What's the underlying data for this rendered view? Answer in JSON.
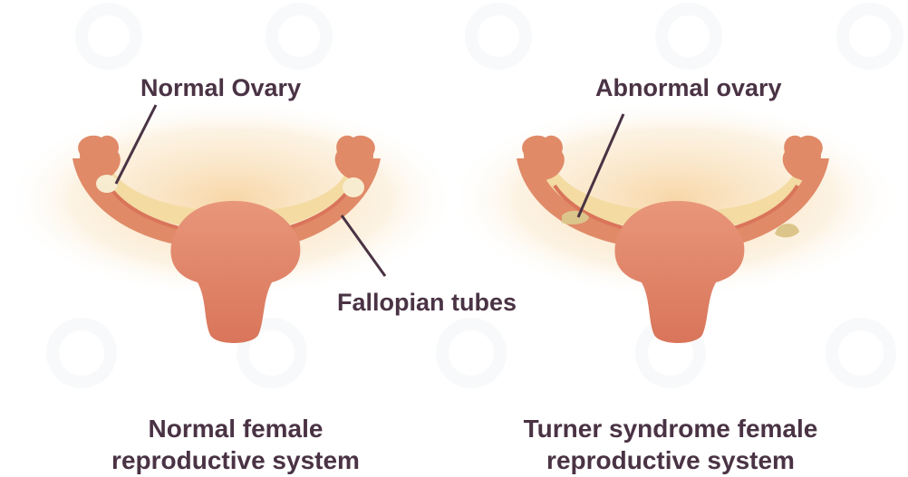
{
  "labels": {
    "normal_ovary": "Normal Ovary",
    "abnormal_ovary": "Abnormal ovary",
    "fallopian_tubes": "Fallopian tubes"
  },
  "captions": {
    "left_line1": "Normal female",
    "left_line2": "reproductive system",
    "right_line1": "Turner syndrome female",
    "right_line2": "reproductive system"
  },
  "colors": {
    "text": "#4a3344",
    "uterus": "#e08a68",
    "uterus_shadow": "#c9684b",
    "tube_fill": "#f3dba2",
    "glow": "#f5c98a",
    "ovary_normal": "#f7ecd0",
    "ovary_abnormal": "#dcc58a",
    "leader_line": "#4a3344"
  }
}
